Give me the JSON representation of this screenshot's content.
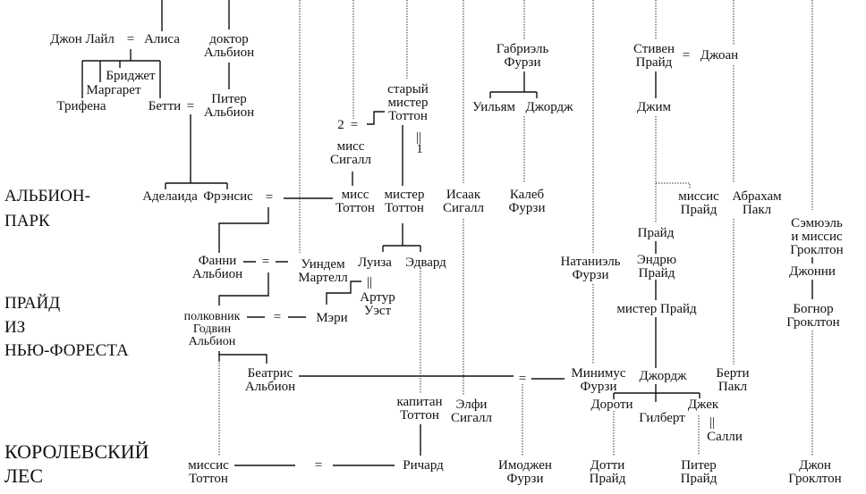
{
  "regions": {
    "albion_park": "АЛЬБИОН-\nПАРК",
    "pride_new_forest": [
      "ПРАЙД",
      "ИЗ",
      "НЬЮ-ФОРЕСТА"
    ],
    "kings_forest": "КОРОЛЕВСКИЙ\nЛЕС"
  },
  "symbols": {
    "marriage": "=",
    "marriage_vertical": "||",
    "second": "2",
    "first": "1"
  },
  "people": {
    "john_lyle": "Джон Лайл",
    "alice": "Алиса",
    "doctor_albion": "доктор\nАльбион",
    "bridget": "Бриджет",
    "margaret": "Маргарет",
    "tryphena": "Трифена",
    "betty": "Бетти",
    "peter_albion": "Питер\nАльбион",
    "old_mr_totton": "старый\nмистер\nТоттон",
    "miss_seagull": "мисс\nСигалл",
    "gabriel_furzey": "Габриэль\nФурзи",
    "william": "Уильям",
    "george_f": "Джордж",
    "stephen_pride": "Стивен\nПрайд",
    "joan": "Джоан",
    "jim": "Джим",
    "adelaide": "Аделаида",
    "francis": "Фрэнсис",
    "miss_totton": "мисс\nТоттон",
    "mr_totton": "мистер\nТоттон",
    "isaac_seagull": "Исаак\nСигалл",
    "caleb_furzey": "Калеб\nФурзи",
    "mrs_pride": "миссис\nПрайд",
    "abraham_puckle": "Абрахам\nПакл",
    "samuel_grockleton": "Сэмюэль\nи миссис\nГроклтон",
    "pride": "Прайд",
    "fanny_albion": "Фанни\nАльбион",
    "wyndham_martell": "Уиндем\nМартелл",
    "louisa": "Луиза",
    "edward": "Эдвард",
    "nathaniel_furzey": "Натаниэль\nФурзи",
    "andrew_pride": "Эндрю\nПрайд",
    "johnnie": "Джонни",
    "arthur_west": "Артур\nУэст",
    "colonel_godwin": "полковник\nГодвин\nАльбион",
    "mary": "Мэри",
    "mr_pride": "мистер Прайд",
    "bognor_grockleton": "Богнор\nГроклтон",
    "beatrice_albion": "Беатрис\nАльбион",
    "minimus_furzey": "Минимус\nФурзи",
    "george_p": "Джордж",
    "bertie_puckle": "Берти\nПакл",
    "captain_totton": "капитан\nТоттон",
    "elfie_seagull": "Элфи\nСигалл",
    "dorothy": "Дороти",
    "jack": "Джек",
    "gilbert": "Гилберт",
    "sally": "Салли",
    "mrs_totton": "миссис\nТоттон",
    "richard": "Ричард",
    "imogen_furzey": "Имоджен\nФурзи",
    "dottie_pride": "Дотти\nПрайд",
    "peter_pride": "Питер\nПрайд",
    "john_grockleton": "Джон\nГроклтон"
  }
}
